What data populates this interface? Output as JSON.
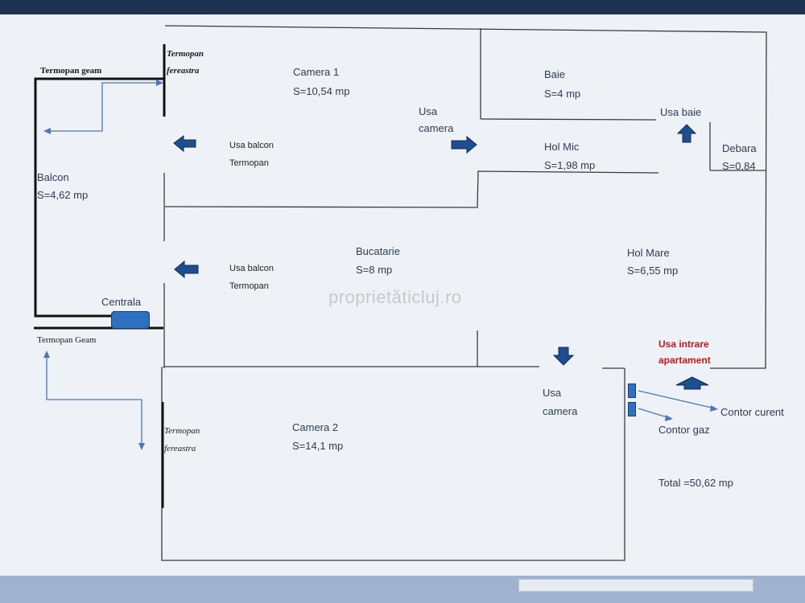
{
  "watermark": "proprietăticluj.ro",
  "rooms": {
    "camera1": {
      "name": "Camera 1",
      "area": "S=10,54 mp"
    },
    "baie": {
      "name": "Baie",
      "area": "S=4 mp"
    },
    "hol_mic": {
      "name": "Hol Mic",
      "area": "S=1,98 mp"
    },
    "debara": {
      "name": "Debara",
      "area": "S=0,84"
    },
    "balcon": {
      "name": "Balcon",
      "area": "S=4,62 mp"
    },
    "bucatarie": {
      "name": "Bucatarie",
      "area": "S=8 mp"
    },
    "hol_mare": {
      "name": "Hol Mare",
      "area": "S=6,55 mp"
    },
    "camera2": {
      "name": "Camera 2",
      "area": "S=14,1 mp"
    }
  },
  "labels": {
    "termopan_geam_top": "Termopan geam",
    "termopan_fereastra_top_1": "Termopan",
    "termopan_fereastra_top_2": "fereastra",
    "usa_camera_top_1": "Usa",
    "usa_camera_top_2": "camera",
    "usa_baie": "Usa baie",
    "usa_balcon_1": "Usa balcon",
    "usa_balcon_1_sub": "Termopan",
    "usa_balcon_2": "Usa balcon",
    "usa_balcon_2_sub": "Termopan",
    "centrala": "Centrala",
    "termopan_geam_bottom": "Termopan Geam",
    "usa_intrare_1": "Usa intrare",
    "usa_intrare_2": "apartament",
    "usa_camera_bottom_1": "Usa",
    "usa_camera_bottom_2": "camera",
    "contor_curent": "Contor curent",
    "contor_gaz": "Contor gaz",
    "termopan_fereastra_bottom_1": "Termopan",
    "termopan_fereastra_bottom_2": "fereastra",
    "total": "Total =50,62 mp"
  },
  "colors": {
    "wall": "#3a3a3a",
    "arrow_fill": "#1d4f8e",
    "pointer_line": "#4a78b8",
    "accent_red": "#c21a1a"
  }
}
